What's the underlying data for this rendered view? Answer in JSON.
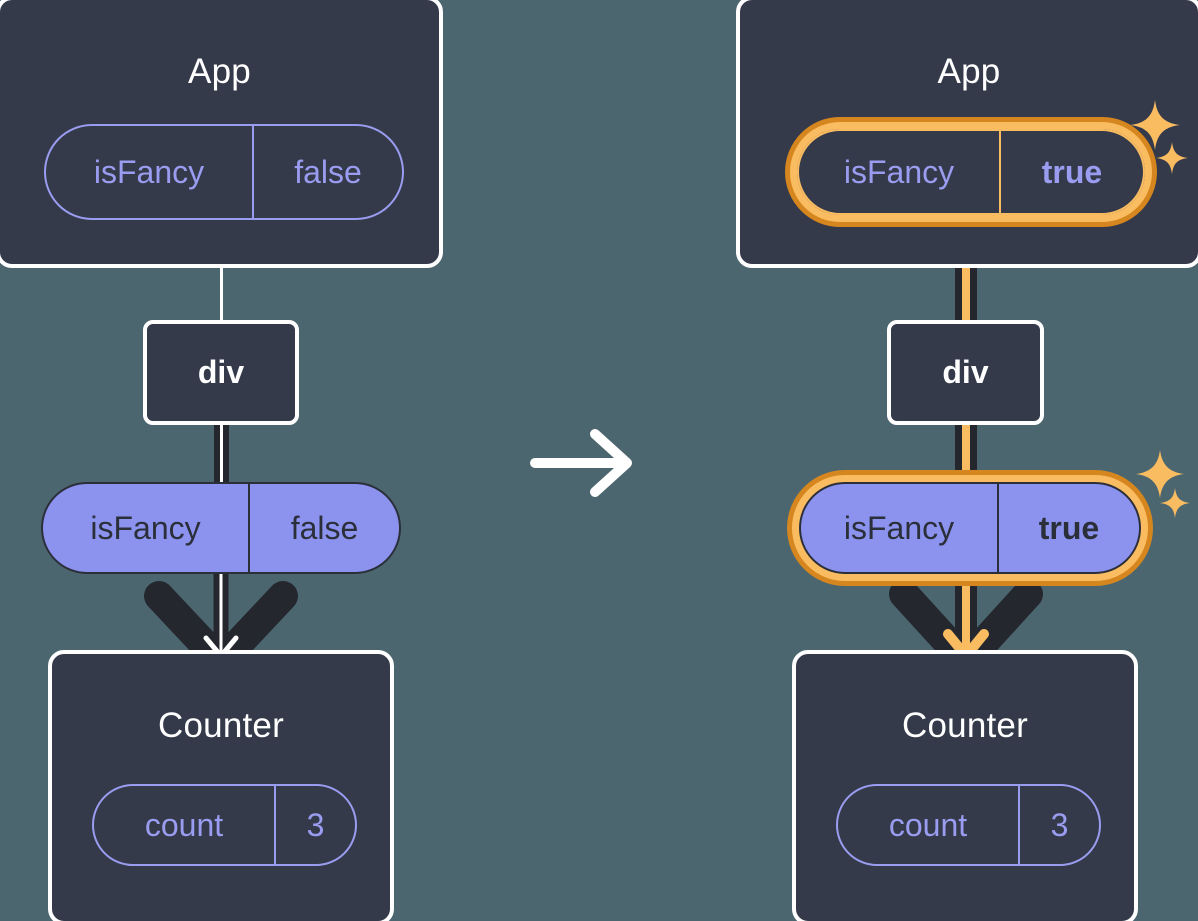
{
  "diagram": {
    "title": "React state propagation: isFancy false to true",
    "background_color": "#4c666f",
    "box_fill": "#343a4a",
    "box_border": "#ffffff",
    "pill_purple_fill": "#8b93ef",
    "pill_purple_outline": "#9a9cf0",
    "pill_text_dark": "#2b2f3a",
    "highlight_outer": "#d6861e",
    "highlight_inner": "#fabc61",
    "connector_dark": "#24272e",
    "connector_white": "#ffffff",
    "connector_amber": "#fabc61"
  },
  "transition_arrow": {
    "name": "right-arrow",
    "glyph": "→"
  },
  "panels": [
    {
      "id": "before",
      "app": {
        "title": "App",
        "state_pill": {
          "key": "isFancy",
          "value": "false",
          "style": "outline",
          "highlighted": false,
          "value_bold": false
        }
      },
      "div": {
        "label": "div"
      },
      "prop_pill": {
        "key": "isFancy",
        "value": "false",
        "style": "filled",
        "highlighted": false,
        "value_bold": false
      },
      "counter": {
        "title": "Counter",
        "state_pill": {
          "key": "count",
          "value": "3",
          "style": "outline",
          "highlighted": false,
          "value_bold": false
        }
      },
      "arrow_color": "#ffffff",
      "sparkles": []
    },
    {
      "id": "after",
      "app": {
        "title": "App",
        "state_pill": {
          "key": "isFancy",
          "value": "true",
          "style": "outline",
          "highlighted": true,
          "value_bold": true
        }
      },
      "div": {
        "label": "div"
      },
      "prop_pill": {
        "key": "isFancy",
        "value": "true",
        "style": "filled",
        "highlighted": true,
        "value_bold": true
      },
      "counter": {
        "title": "Counter",
        "state_pill": {
          "key": "count",
          "value": "3",
          "style": "outline",
          "highlighted": false,
          "value_bold": false
        }
      },
      "arrow_color": "#fabc61",
      "sparkles": [
        {
          "name": "sparkle-large"
        },
        {
          "name": "sparkle-small"
        }
      ]
    }
  ]
}
